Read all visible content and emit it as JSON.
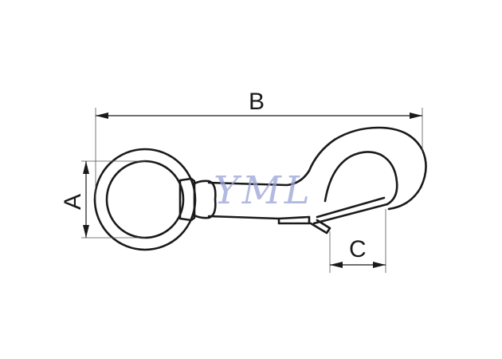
{
  "diagram": {
    "watermark": "YML",
    "dimensions": {
      "a": "A",
      "b": "B",
      "c": "C"
    },
    "colors": {
      "line": "#1a1a1a",
      "watermark": "#9aa4d8",
      "background": "#ffffff"
    }
  }
}
